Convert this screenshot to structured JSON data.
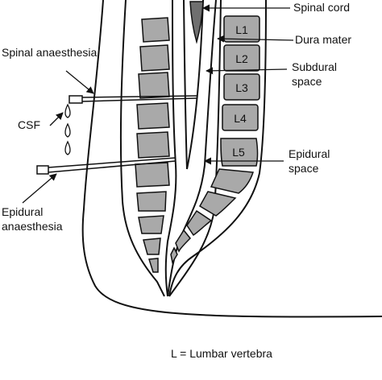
{
  "labels": {
    "spinal_cord": "Spinal cord",
    "dura_mater": "Dura mater",
    "subdural_space_1": "Subdural",
    "subdural_space_2": "space",
    "epidural_space_1": "Epidural",
    "epidural_space_2": "space",
    "spinal_anaesthesia": "Spinal anaesthesia",
    "csf": "CSF",
    "epidural_anaesthesia_1": "Epidural",
    "epidural_anaesthesia_2": "anaesthesia",
    "legend": "L = Lumbar vertebra"
  },
  "vertebrae": [
    "L1",
    "L2",
    "L3",
    "L4",
    "L5"
  ],
  "colors": {
    "vertebra_fill": "#a9a9a9",
    "cord_fill": "#6f6f6f",
    "line": "#111111",
    "background": "#ffffff"
  }
}
